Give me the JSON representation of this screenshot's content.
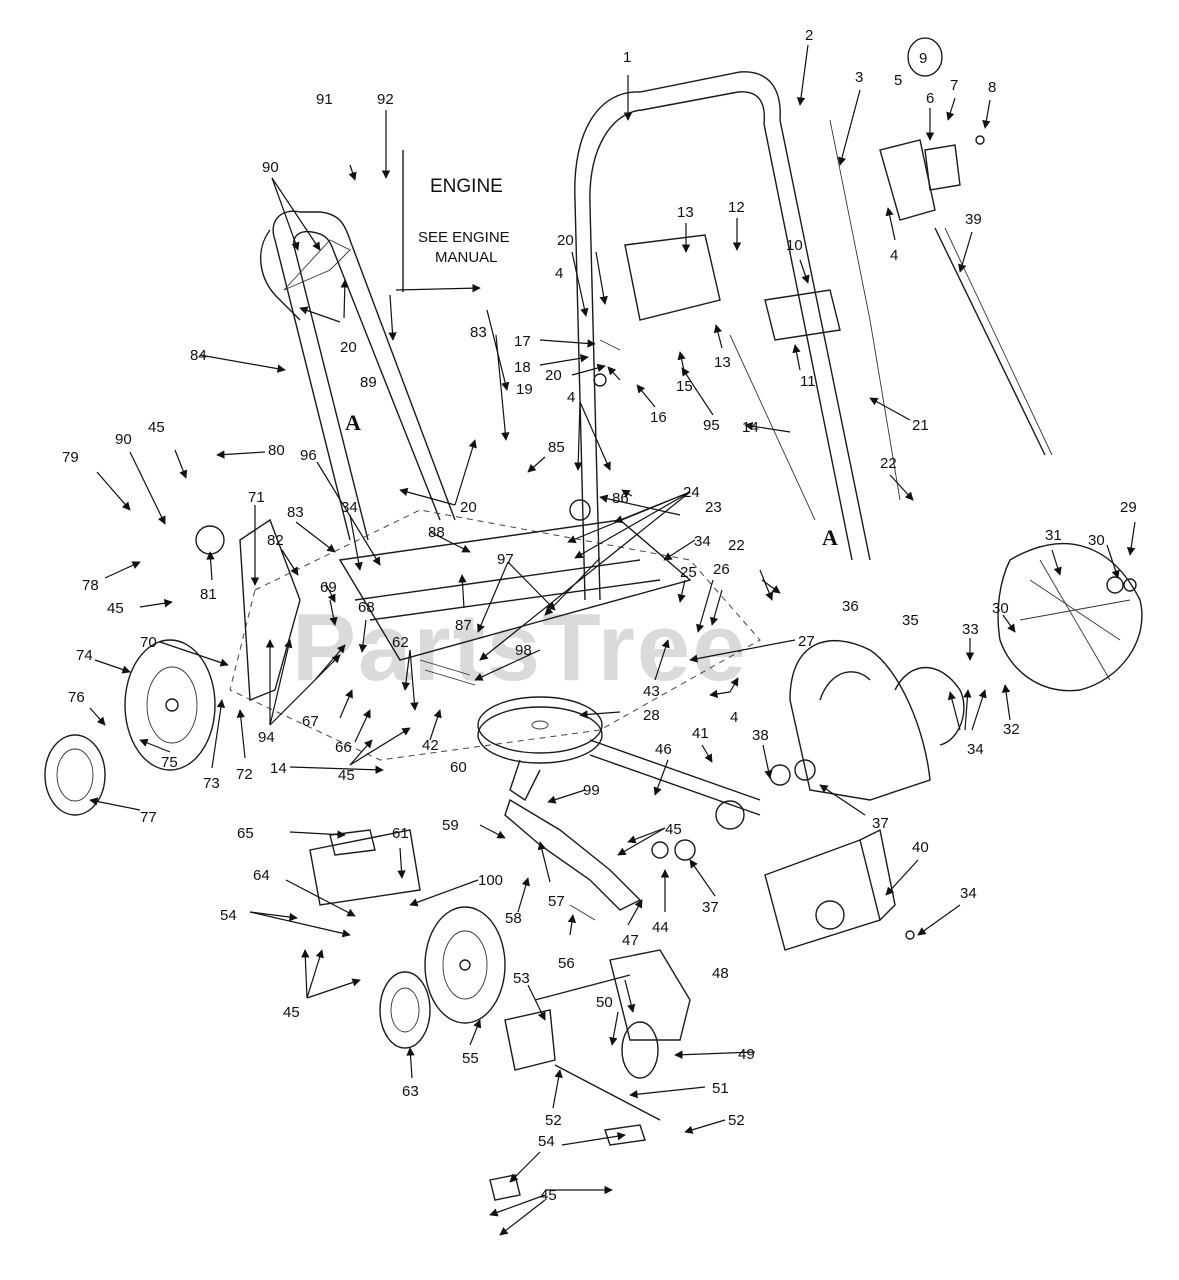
{
  "engine_note": {
    "title": "ENGINE",
    "line1": "SEE ENGINE",
    "line2": "MANUAL"
  },
  "section_marker": "A",
  "circled_callout": "9",
  "watermark": "PartsTree",
  "callouts": {
    "c1": "1",
    "c2": "2",
    "c3": "3",
    "c4": "4",
    "c5": "5",
    "c6": "6",
    "c7": "7",
    "c8": "8",
    "c10": "10",
    "c11": "11",
    "c12": "12",
    "c13": "13",
    "c14": "14",
    "c15": "15",
    "c16": "16",
    "c17": "17",
    "c18": "18",
    "c19": "19",
    "c20": "20",
    "c21": "21",
    "c22": "22",
    "c23": "23",
    "c24": "24",
    "c25": "25",
    "c26": "26",
    "c27": "27",
    "c28": "28",
    "c29": "29",
    "c30": "30",
    "c31": "31",
    "c32": "32",
    "c33": "33",
    "c34": "34",
    "c35": "35",
    "c36": "36",
    "c37": "37",
    "c38": "38",
    "c39": "39",
    "c40": "40",
    "c41": "41",
    "c42": "42",
    "c43": "43",
    "c44": "44",
    "c45": "45",
    "c46": "46",
    "c47": "47",
    "c48": "48",
    "c49": "49",
    "c50": "50",
    "c51": "51",
    "c52": "52",
    "c53": "53",
    "c54": "54",
    "c55": "55",
    "c56": "56",
    "c57": "57",
    "c58": "58",
    "c59": "59",
    "c60": "60",
    "c61": "61",
    "c62": "62",
    "c63": "63",
    "c64": "64",
    "c65": "65",
    "c66": "66",
    "c67": "67",
    "c68": "68",
    "c69": "69",
    "c70": "70",
    "c71": "71",
    "c72": "72",
    "c73": "73",
    "c74": "74",
    "c75": "75",
    "c76": "76",
    "c77": "77",
    "c78": "78",
    "c79": "79",
    "c80": "80",
    "c81": "81",
    "c82": "82",
    "c83": "83",
    "c84": "84",
    "c85": "85",
    "c86": "86",
    "c87": "87",
    "c88": "88",
    "c89": "89",
    "c90": "90",
    "c91": "91",
    "c92": "92",
    "c94": "94",
    "c95": "95",
    "c96": "96",
    "c97": "97",
    "c98": "98",
    "c99": "99",
    "c100": "100"
  }
}
